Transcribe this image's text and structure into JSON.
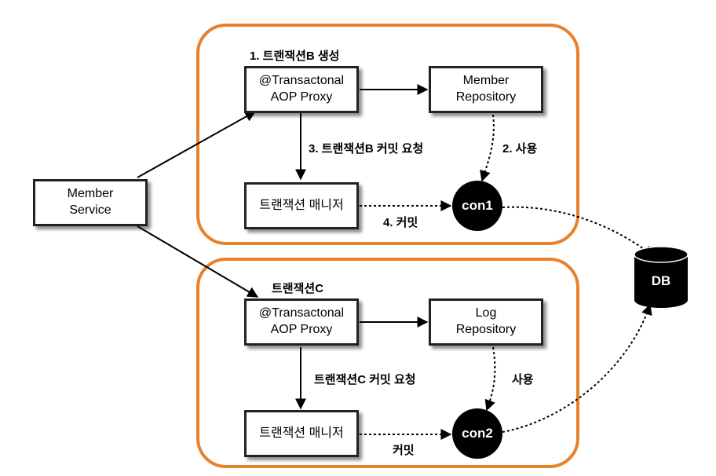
{
  "top_group": {
    "title": "1. 트랜잭션B 생성",
    "proxy_line1": "@Transactonal",
    "proxy_line2": "AOP Proxy",
    "repo_line1": "Member",
    "repo_line2": "Repository",
    "tx_manager": "트랜잭션 매니저",
    "connection": "con1",
    "commit_request_label": "3. 트랜잭션B 커밋 요청",
    "use_label": "2. 사용",
    "commit_label": "4. 커밋"
  },
  "bottom_group": {
    "title": "트랜잭션C",
    "proxy_line1": "@Transactonal",
    "proxy_line2": "AOP Proxy",
    "repo_line1": "Log",
    "repo_line2": "Repository",
    "tx_manager": "트랜잭션 매니저",
    "connection": "con2",
    "commit_request_label": "트랜잭션C 커밋 요청",
    "use_label": "사용",
    "commit_label": "커밋"
  },
  "member_service": {
    "line1": "Member",
    "line2": "Service"
  },
  "database": {
    "label": "DB"
  },
  "colors": {
    "group_border": "#E8812B",
    "box_border": "#222222",
    "connection_fill": "#000000",
    "db_fill": "#000000"
  }
}
